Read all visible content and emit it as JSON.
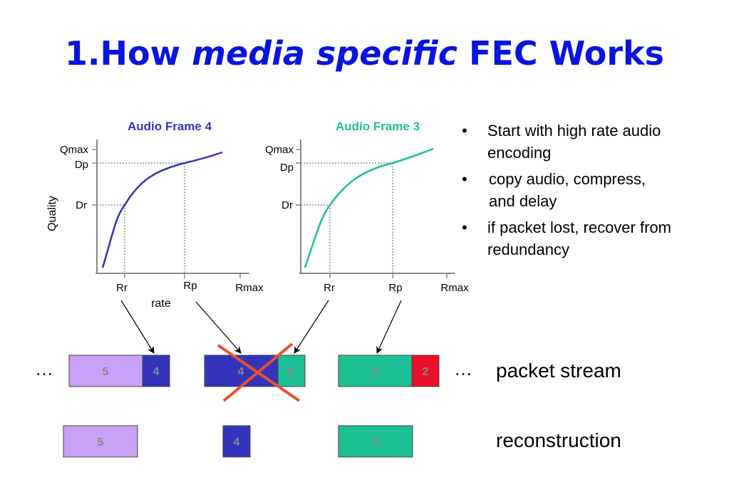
{
  "title": {
    "part1": "1.How ",
    "part2": "media specific",
    "part3": " FEC Works"
  },
  "colors": {
    "frame4": "#3333bb",
    "frame3": "#1dbf95",
    "frame2": "#e8102a",
    "frame5": "#c8a0f5",
    "title": "#0a14e0",
    "cross": "#e8502a"
  },
  "graph_left": {
    "title": "Audio Frame 4",
    "ylabel": "Quality",
    "xlabel": "rate",
    "yticks": [
      "Qmax",
      "Dp",
      "Dr"
    ],
    "xticks": [
      "Rr",
      "Rp",
      "Rmax"
    ]
  },
  "graph_right": {
    "title": "Audio Frame 3",
    "yticks": [
      "Qmax",
      "Dp",
      "Dr"
    ],
    "xticks": [
      "Rr",
      "Rp",
      "Rmax"
    ]
  },
  "bullets": [
    "Start  with high rate audio encoding",
    "copy audio, compress, and delay",
    "if packet lost, recover from redundancy"
  ],
  "bullet_mark": "•",
  "ellipsis": "…",
  "packet_stream": {
    "label": "packet stream",
    "packet1": [
      "5",
      "4"
    ],
    "packet2": [
      "4",
      "3"
    ],
    "packet3": [
      "3",
      "2"
    ]
  },
  "reconstruction": {
    "label": "reconstruction",
    "blocks": [
      "5",
      "4",
      "3"
    ]
  }
}
